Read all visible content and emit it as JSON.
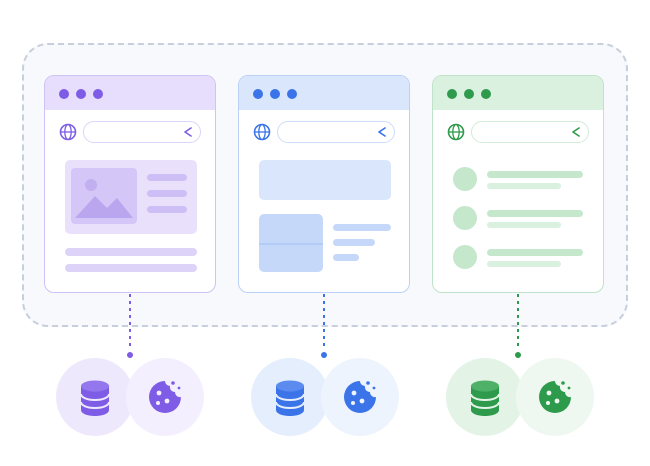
{
  "diagram": {
    "frame_style": "dashed",
    "windows": [
      {
        "id": "purple",
        "accent": "#7e5ce6",
        "light": "#e6defc",
        "mid": "#d4c7f7",
        "content": "image-card"
      },
      {
        "id": "blue",
        "accent": "#3b73e8",
        "light": "#dae6fc",
        "mid": "#c5d8fa",
        "content": "split-card"
      },
      {
        "id": "green",
        "accent": "#2e9a4c",
        "light": "#daf1df",
        "mid": "#c5e8cd",
        "content": "list"
      }
    ],
    "connectors": [
      {
        "from": "purple",
        "to": "storage-purple",
        "style": "dotted"
      },
      {
        "from": "blue",
        "to": "storage-blue",
        "style": "dotted"
      },
      {
        "from": "green",
        "to": "storage-green",
        "style": "dotted"
      }
    ],
    "storage_icons": [
      "database-icon",
      "cookie-icon"
    ]
  }
}
